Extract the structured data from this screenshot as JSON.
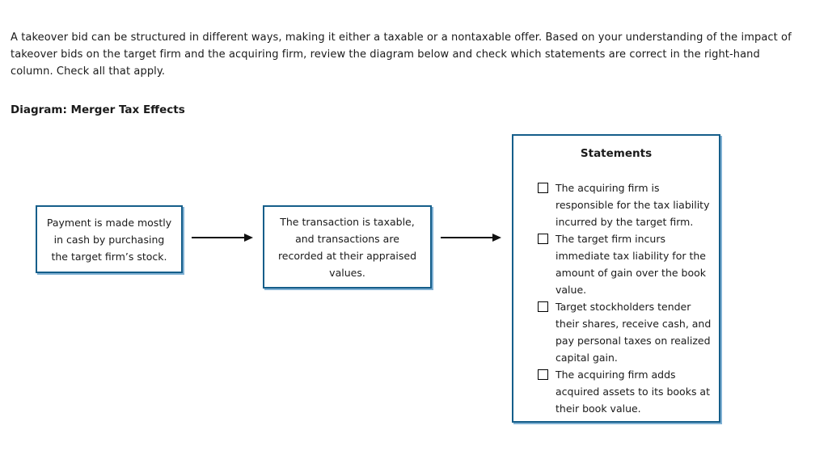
{
  "intro": {
    "lines": [
      "A takeover bid can be structured in different ways, making it either a taxable or a nontaxable offer. Based on your understanding of the impact of",
      "takeover bids on the target firm and the acquiring firm, review the diagram below and check which statements are correct in the right-hand",
      "column. Check all that apply."
    ]
  },
  "diagram": {
    "title": "Diagram: Merger Tax Effects",
    "boxes": [
      {
        "name": "payment",
        "lines": [
          "Payment is made mostly",
          "in cash by purchasing",
          "the target firm’s stock."
        ]
      },
      {
        "name": "transaction",
        "lines": [
          "The transaction is taxable,",
          "and transactions are",
          "recorded at their appraised",
          "values."
        ]
      }
    ]
  },
  "statements": {
    "title": "Statements",
    "items": [
      {
        "checked": false,
        "lines": [
          "The acquiring firm is",
          "responsible for the tax liability",
          "incurred by the target firm."
        ]
      },
      {
        "checked": false,
        "lines": [
          "The target firm incurs",
          "immediate tax liability for the",
          "amount of gain over the book",
          "value."
        ]
      },
      {
        "checked": false,
        "lines": [
          "Target stockholders tender",
          "their shares, receive cash, and",
          "pay personal taxes on realized",
          "capital gain."
        ]
      },
      {
        "checked": false,
        "lines": [
          "The acquiring firm adds",
          "acquired assets to its books at",
          "their book value."
        ]
      }
    ]
  },
  "colors": {
    "box_border": "#155e8a",
    "box_shadow": "#7fb0d3",
    "text": "#1a1a1a",
    "arrow": "#111111"
  }
}
